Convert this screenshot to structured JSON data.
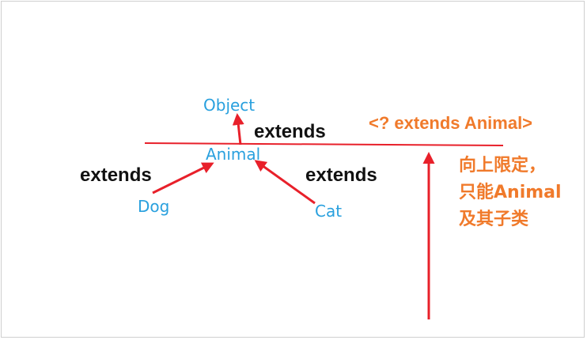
{
  "nodes": {
    "object": "Object",
    "animal": "Animal",
    "dog": "Dog",
    "cat": "Cat"
  },
  "edges": {
    "animal_to_object": "extends",
    "dog_to_animal": "extends",
    "cat_to_animal": "extends"
  },
  "bound": {
    "title": "<? extends Animal>",
    "note_lines": [
      "向上限定，",
      "只能Animal",
      "及其子类"
    ]
  },
  "colors": {
    "arrow": "#e8202a",
    "class_text": "#29a0de",
    "keyword_text": "#111111",
    "highlight_text": "#f07a2b"
  }
}
